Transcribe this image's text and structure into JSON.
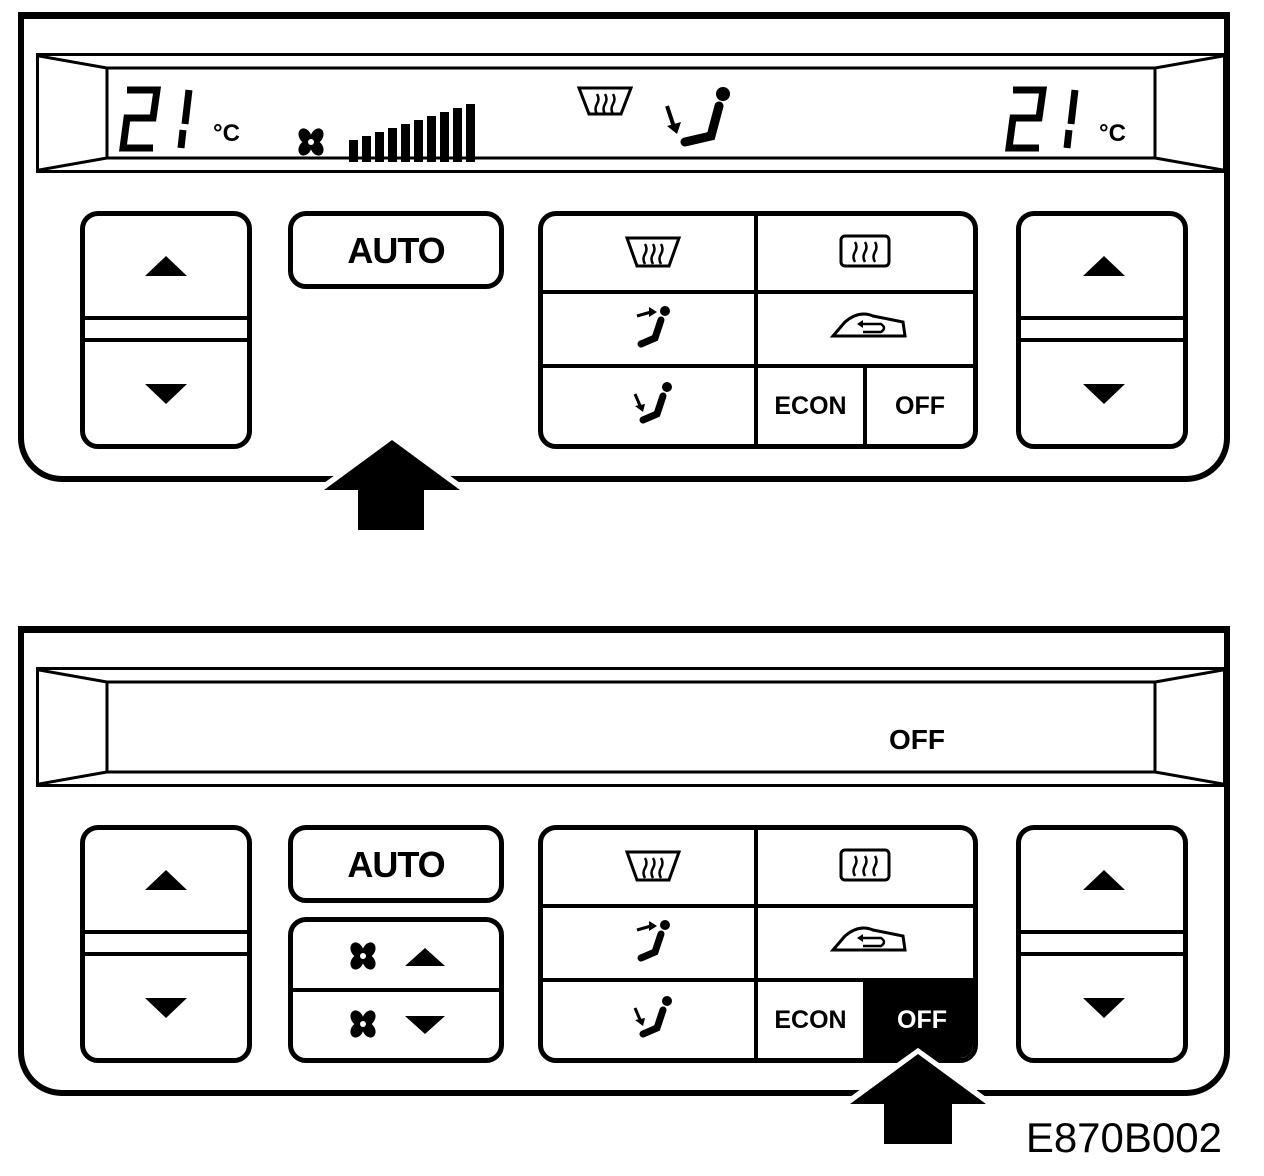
{
  "panel_top": {
    "display": {
      "left_temp_digits": "21",
      "left_temp_unit": "°C",
      "right_temp_digits": "21",
      "right_temp_unit": "°C",
      "fan_level_bars": 10,
      "icons": [
        "fan-icon",
        "windshield-defrost-icon",
        "foot-vent-mode-icon"
      ]
    },
    "auto_label": "AUTO",
    "mode_buttons": {
      "econ_label": "ECON",
      "off_label": "OFF"
    }
  },
  "panel_bottom": {
    "display": {
      "status_text": "OFF"
    },
    "auto_label": "AUTO",
    "mode_buttons": {
      "econ_label": "ECON",
      "off_label": "OFF",
      "off_active": true
    },
    "fan_buttons": [
      "fan-up",
      "fan-down"
    ]
  },
  "figure_code": "E870B002",
  "colors": {
    "ink": "#000000",
    "paper": "#ffffff"
  }
}
